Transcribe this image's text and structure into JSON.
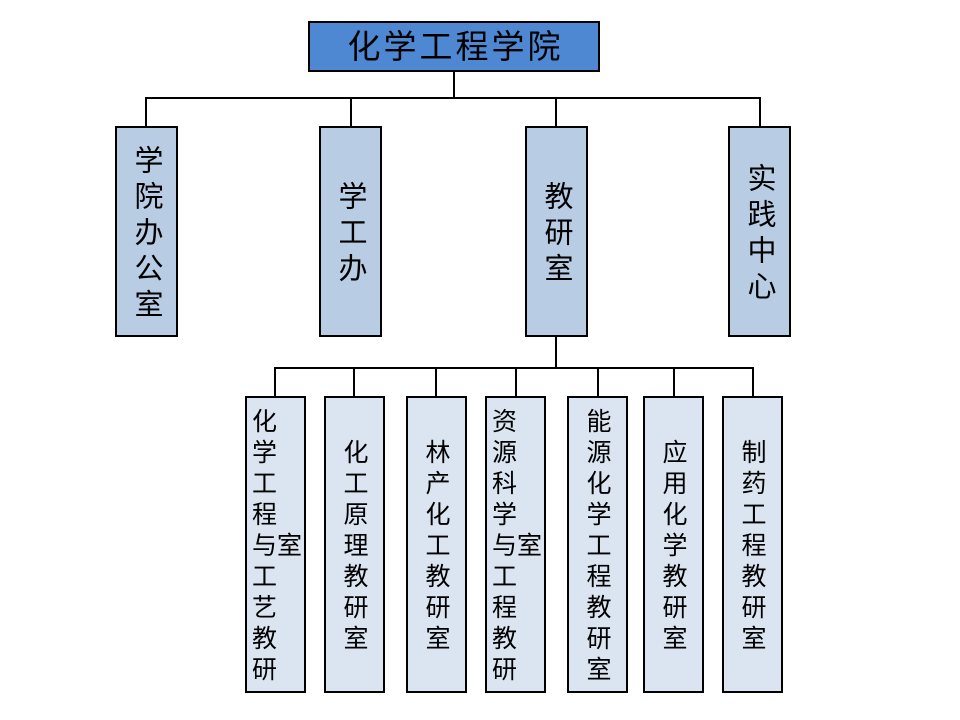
{
  "org_chart": {
    "type": "org-tree",
    "root": {
      "label": "化学工程学院"
    },
    "level2": [
      {
        "label": "学院办公室"
      },
      {
        "label": "学工办"
      },
      {
        "label": "教研室"
      },
      {
        "label": "实践中心"
      }
    ],
    "level3_parent": "教研室",
    "level3": [
      {
        "label": "化学工程与工艺教研室"
      },
      {
        "label": "化工原理教研室"
      },
      {
        "label": "林产化工教研室"
      },
      {
        "label": "资源科学与工程教研室"
      },
      {
        "label": "能源化学工程教研室"
      },
      {
        "label": "应用化学教研室"
      },
      {
        "label": "制药工程教研室"
      }
    ],
    "colors": {
      "root_fill": "#4e87d2",
      "level2_fill": "#b8cce4",
      "level3_fill": "#dbe5f1",
      "border": "#000000",
      "connector": "#000000",
      "background": "#ffffff",
      "text": "#000000"
    }
  }
}
